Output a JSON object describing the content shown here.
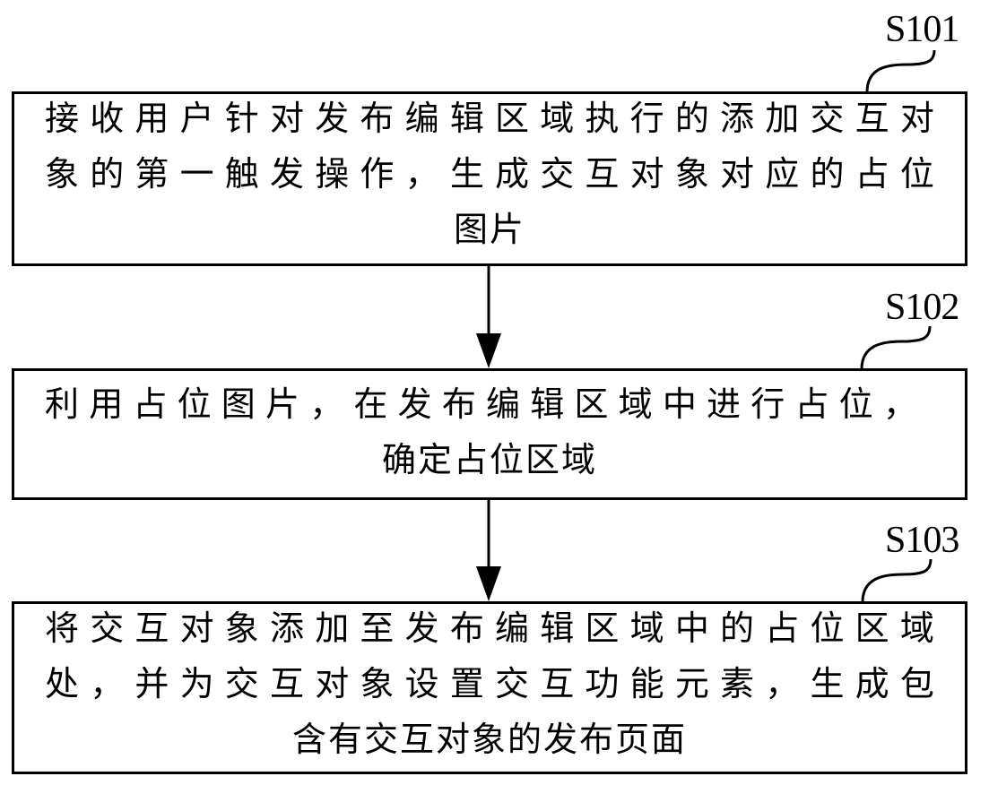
{
  "steps": [
    {
      "id": "S101",
      "lines": [
        "接收用户针对发布编辑区域执行的添加交互对",
        "象的第一触发操作，生成交互对象对应的占位",
        "图片"
      ]
    },
    {
      "id": "S102",
      "lines": [
        "利用占位图片，在发布编辑区域中进行占位，",
        "确定占位区域"
      ]
    },
    {
      "id": "S103",
      "lines": [
        "将交互对象添加至发布编辑区域中的占位区域",
        "处，并为交互对象设置交互功能元素，生成包",
        "含有交互对象的发布页面"
      ]
    }
  ],
  "colors": {
    "stroke": "#000000",
    "background": "#ffffff"
  }
}
